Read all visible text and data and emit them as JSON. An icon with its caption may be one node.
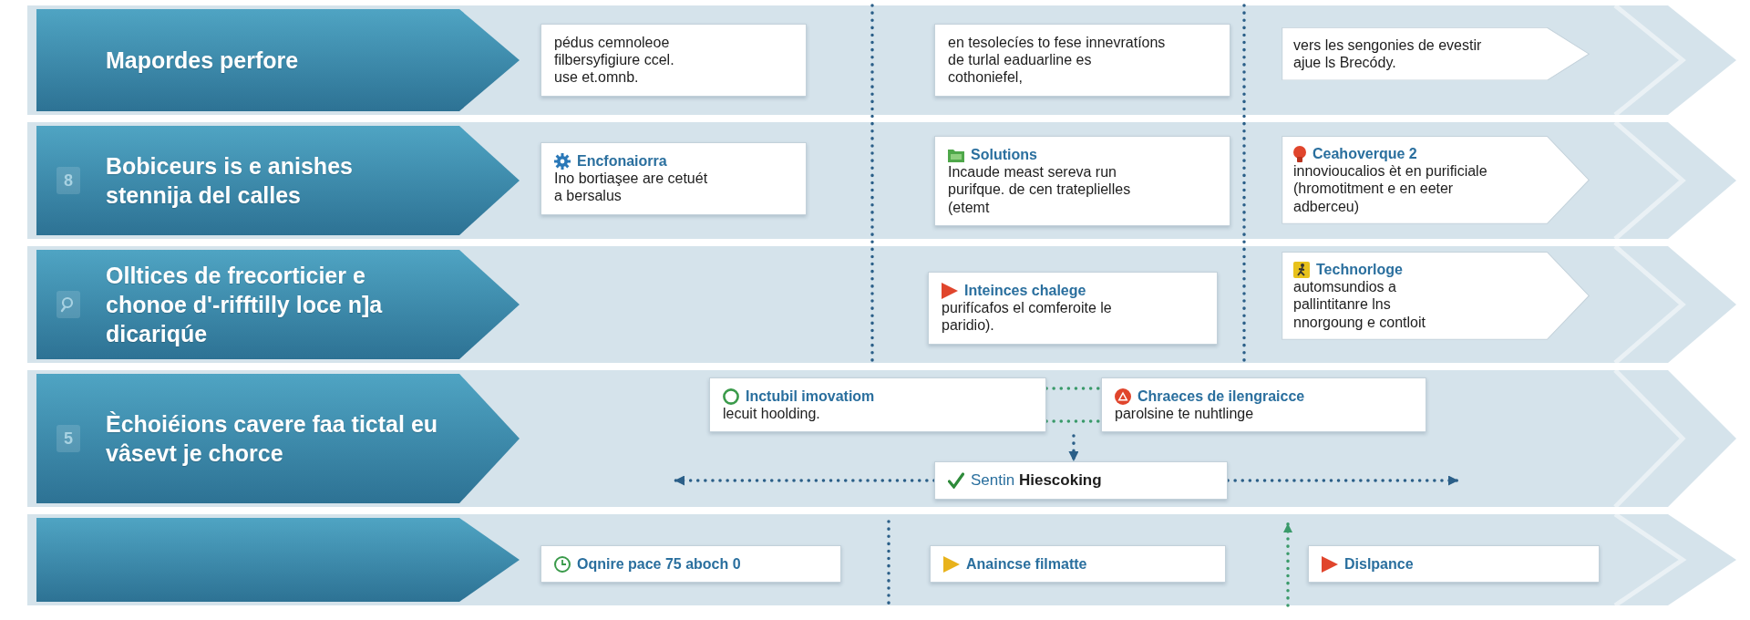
{
  "diagram": {
    "nodes": [
      {
        "text": [
          "Mapordes perfore"
        ]
      },
      {
        "text": [
          "pédus cemnoleoe filbersyfigiure ccel. use et.omnb."
        ]
      },
      {
        "text": [
          "en tesolecíes to fese innevratíons de turlal eaduarline es cothoniefel,"
        ]
      },
      {
        "text": [
          "vers les sengonies de evestir ajue ls Brecódy."
        ]
      },
      {
        "text": [
          "8",
          "Bobiceurs is e anishes stennija del calles"
        ]
      },
      {
        "text": [
          "Encfonaiorra",
          "Ino bortiaşee are cetuét a bersalus"
        ]
      },
      {
        "text": [
          "Solutions",
          "Incaude meast sereva run purifque. de cen trateplielles (etemt"
        ]
      },
      {
        "text": [
          "Ceahoverque 2",
          "innovioucalios èt en purificiale (hromotitment e en eeter adberceu)"
        ]
      },
      {
        "text": [
          "Olltices de frecorticier e chonoe d'-rifftilly loce n]a dicariqúe"
        ]
      },
      {
        "text": [
          "Inteinces chalege",
          "purifícafos el comferoite le paridio)."
        ]
      },
      {
        "text": [
          "Technorloge",
          "automsundios a pallintitanre lns nnorgoung e contloit"
        ]
      },
      {
        "text": [
          "5",
          "Èchoiéions cavere faa tictal eu vâsevt je chorce"
        ]
      },
      {
        "text": [
          "Inctubil imovatiom",
          "lecuit hoolding."
        ]
      },
      {
        "text": [
          "Chraeces de ilengraicce",
          "parolsine te nuhtlinge"
        ]
      },
      {
        "text": [
          "Sentin **Hiescoking**"
        ]
      },
      {
        "text": [],
        "shape": "box"
      },
      {
        "text": [
          "Oqnire pace 75 aboch 0"
        ]
      },
      {
        "text": [
          "Anaincse filmatte"
        ]
      },
      {
        "text": [
          "Dislpance"
        ]
      }
    ],
    "edges": [
      {
        "from": 14,
        "to": null,
        "arrow": "to",
        "style": "dashed"
      },
      {
        "from": 14,
        "to": null,
        "arrow": "to",
        "style": "dashed"
      },
      {
        "from": null,
        "to": 14,
        "arrow": "to",
        "style": "dashed"
      },
      {
        "from": 12,
        "to": 13,
        "arrow": "none",
        "style": "dashed",
        "color": "#3a9a6a"
      },
      {
        "from": 12,
        "to": 13,
        "arrow": "none",
        "style": "dashed",
        "color": "#3a9a6a"
      }
    ]
  }
}
